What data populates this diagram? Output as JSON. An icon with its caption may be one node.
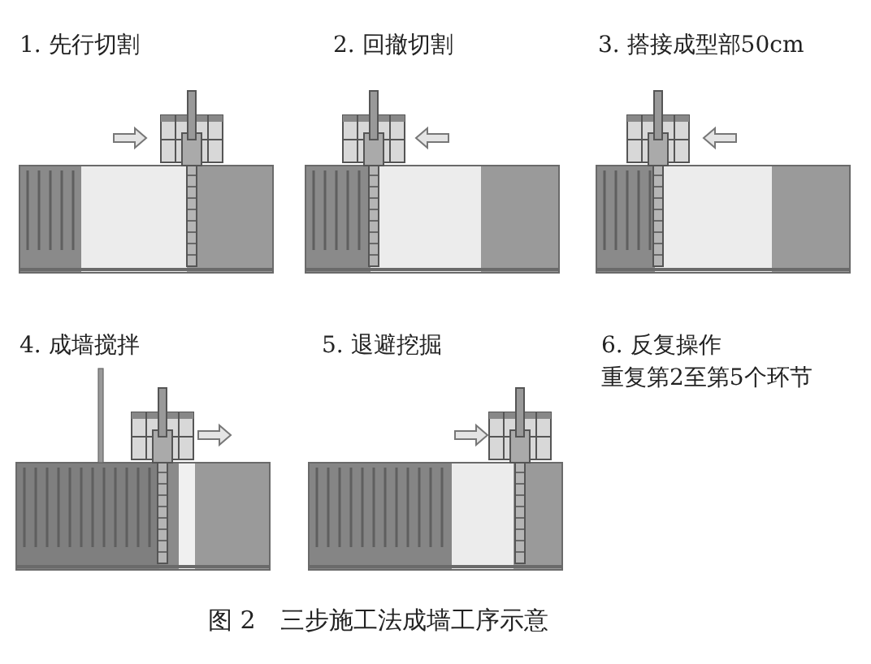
{
  "diagram": {
    "caption": "图 2　三步施工法成墙工序示意",
    "labels": [
      "1. 先行切割",
      "2. 回撤切割",
      "3. 搭接成型部50cm",
      "4. 成墙搅拌",
      "5. 退避挖掘",
      "6. 反复操作",
      "重复第2至第5个环节"
    ]
  }
}
